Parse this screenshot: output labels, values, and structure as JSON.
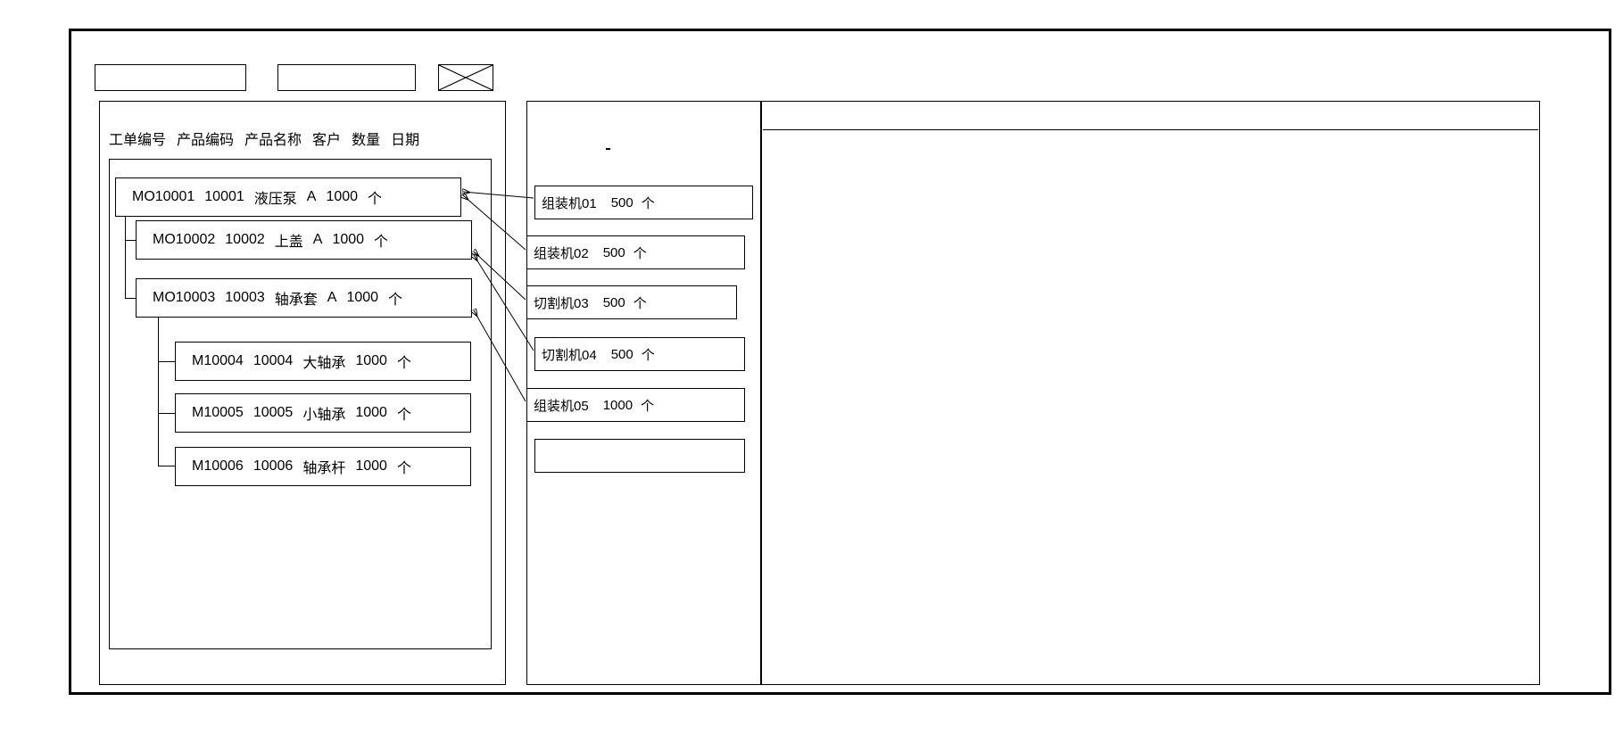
{
  "window": {
    "title": ""
  },
  "toolbar": {
    "boxes": [
      {
        "name": "input-box-1",
        "value": ""
      },
      {
        "name": "input-box-2",
        "value": ""
      }
    ],
    "close_box": {
      "name": "x-box",
      "icon": "x-cross-icon"
    }
  },
  "left_panel": {
    "columns": [
      "工单编号",
      "产品编码",
      "产品名称",
      "客户",
      "数量",
      "日期"
    ],
    "rows": [
      {
        "order_no": "MO10001",
        "product_code": "10001",
        "product_name": "液压泵",
        "customer": "A",
        "qty": "1000",
        "unit": "个",
        "level": 0
      },
      {
        "order_no": "MO10002",
        "product_code": "10002",
        "product_name": "上盖",
        "customer": "A",
        "qty": "1000",
        "unit": "个",
        "level": 1
      },
      {
        "order_no": "MO10003",
        "product_code": "10003",
        "product_name": "轴承套",
        "customer": "A",
        "qty": "1000",
        "unit": "个",
        "level": 1
      },
      {
        "order_no": "M10004",
        "product_code": "10004",
        "product_name": "大轴承",
        "customer": "",
        "qty": "1000",
        "unit": "个",
        "level": 2
      },
      {
        "order_no": "M10005",
        "product_code": "10005",
        "product_name": "小轴承",
        "customer": "",
        "qty": "1000",
        "unit": "个",
        "level": 2
      },
      {
        "order_no": "M10006",
        "product_code": "10006",
        "product_name": "轴承杆",
        "customer": "",
        "qty": "1000",
        "unit": "个",
        "level": 2
      }
    ]
  },
  "middle_panel": {
    "machines": [
      {
        "name": "组装机01",
        "qty": "500",
        "unit": "个"
      },
      {
        "name": "组装机02",
        "qty": "500",
        "unit": "个"
      },
      {
        "name": "切割机03",
        "qty": "500",
        "unit": "个"
      },
      {
        "name": "切割机04",
        "qty": "500",
        "unit": "个"
      },
      {
        "name": "组装机05",
        "qty": "1000",
        "unit": "个"
      },
      {
        "name": "",
        "qty": "",
        "unit": ""
      }
    ]
  },
  "right_panel": {
    "header": "",
    "content": ""
  },
  "colors": {
    "stroke": "#000000",
    "background": "#ffffff"
  }
}
